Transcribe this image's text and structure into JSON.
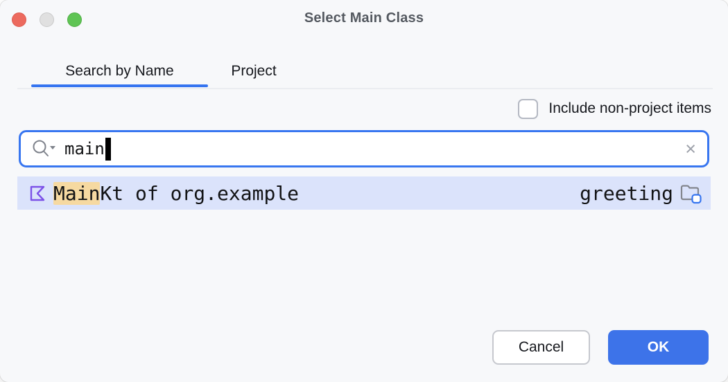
{
  "window": {
    "title": "Select Main Class"
  },
  "tabs": [
    {
      "label": "Search by Name",
      "active": true
    },
    {
      "label": "Project",
      "active": false
    }
  ],
  "filter": {
    "checkbox_label": "Include non-project items",
    "checked": false
  },
  "search": {
    "query": "main",
    "clear_icon": "×"
  },
  "results": [
    {
      "match": "Main",
      "rest": "Kt of org.example",
      "module": "greeting",
      "selected": true,
      "icon": "kotlin-file-icon",
      "module_icon": "module-folder-icon"
    }
  ],
  "footer": {
    "cancel_label": "Cancel",
    "ok_label": "OK"
  },
  "colors": {
    "accent": "#3574F0",
    "selection_bg": "#DBE3FB",
    "match_highlight": "#F6D9A1",
    "kotlin_purple": "#7C52E8",
    "dialog_bg": "#F7F8FA"
  }
}
